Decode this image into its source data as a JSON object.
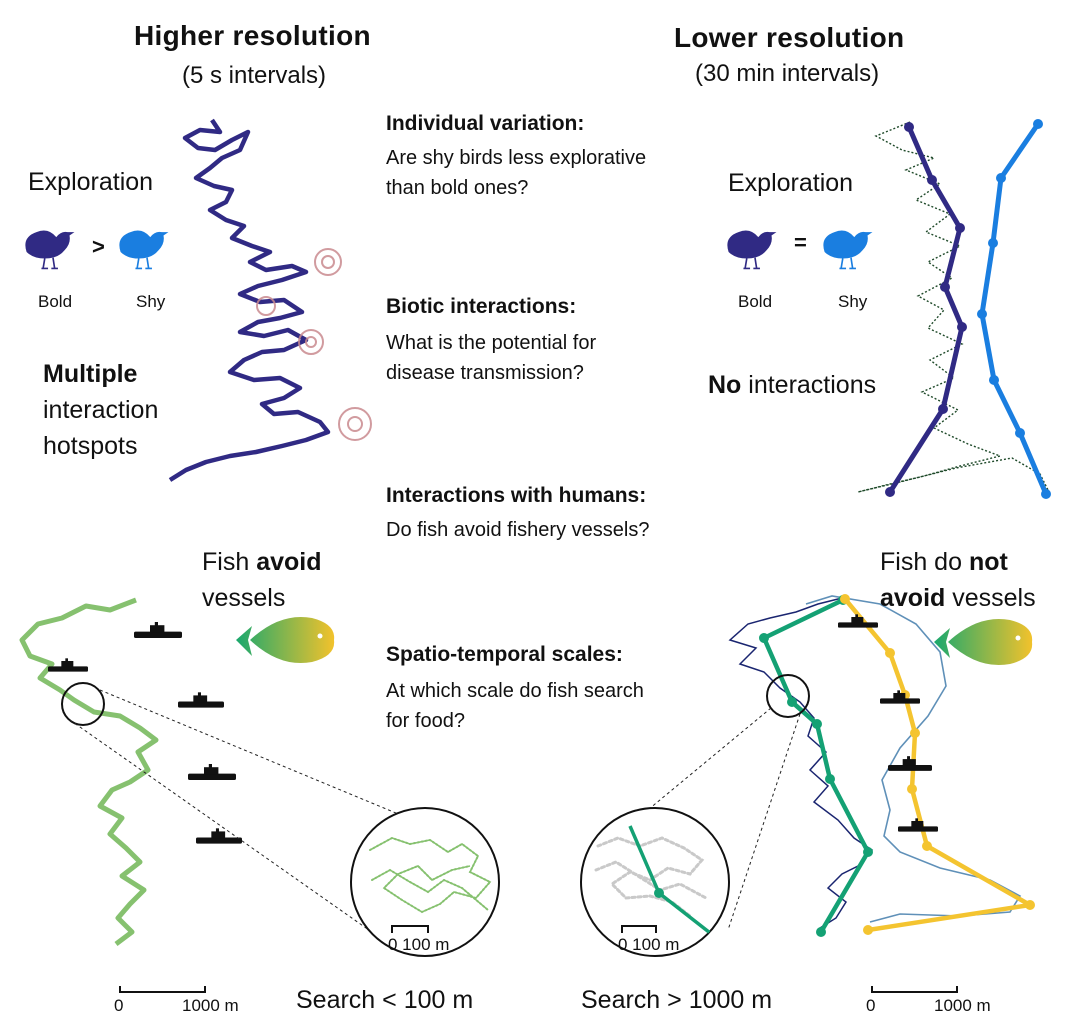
{
  "left_header": {
    "title": "Higher resolution",
    "subtitle": "(5 s intervals)"
  },
  "right_header": {
    "title": "Lower resolution",
    "subtitle": "(30 min intervals)"
  },
  "questions": [
    {
      "heading": "Individual variation:",
      "lines": [
        "Are shy birds less explorative",
        "than bold ones?"
      ]
    },
    {
      "heading": "Biotic interactions:",
      "lines": [
        "What is the potential for",
        "disease transmission?"
      ]
    },
    {
      "heading": "Interactions with humans:",
      "lines": [
        "Do fish avoid fishery vessels?"
      ]
    },
    {
      "heading": "Spatio-temporal scales:",
      "lines": [
        "At which scale do fish search",
        "for food?"
      ]
    }
  ],
  "left_panel": {
    "exploration_label": "Exploration",
    "comparison_operator": ">",
    "bird_labels": [
      "Bold",
      "Shy"
    ],
    "interaction_bold": "Multiple",
    "interaction_rest": [
      "interaction",
      "hotspots"
    ],
    "fish_text_plain": "Fish ",
    "fish_text_bold": "avoid",
    "fish_text_line2": "vessels",
    "inset_scale": "0 100 m",
    "scale_bar": {
      "zero": "0",
      "end": "1000 m"
    },
    "search_label": "Search < 100 m"
  },
  "right_panel": {
    "exploration_label": "Exploration",
    "comparison_operator": "=",
    "bird_labels": [
      "Bold",
      "Shy"
    ],
    "interaction_bold": "No",
    "interaction_rest": " interactions",
    "fish_text_line1_plain": "Fish do ",
    "fish_text_line1_bold": "not",
    "fish_text_line2_bold": "avoid",
    "fish_text_line2_plain": " vessels",
    "inset_scale": "0 100 m",
    "scale_bar": {
      "zero": "0",
      "end": "1000 m"
    },
    "search_label": "Search > 1000 m"
  },
  "colors": {
    "bold_bird": "#302a84",
    "shy_bird": "#1a7ee0",
    "fish_track_fine": "#86c16f",
    "fish_track_coarse": "#14a174",
    "vessel_track": "#f4c430",
    "bird_track_fine": "#1f4a2a",
    "disease_hotspot": "#c98a8f"
  },
  "icons": [
    "bird-bold-icon",
    "bird-shy-icon",
    "fish-icon",
    "vessel-icon",
    "virus-icon"
  ]
}
